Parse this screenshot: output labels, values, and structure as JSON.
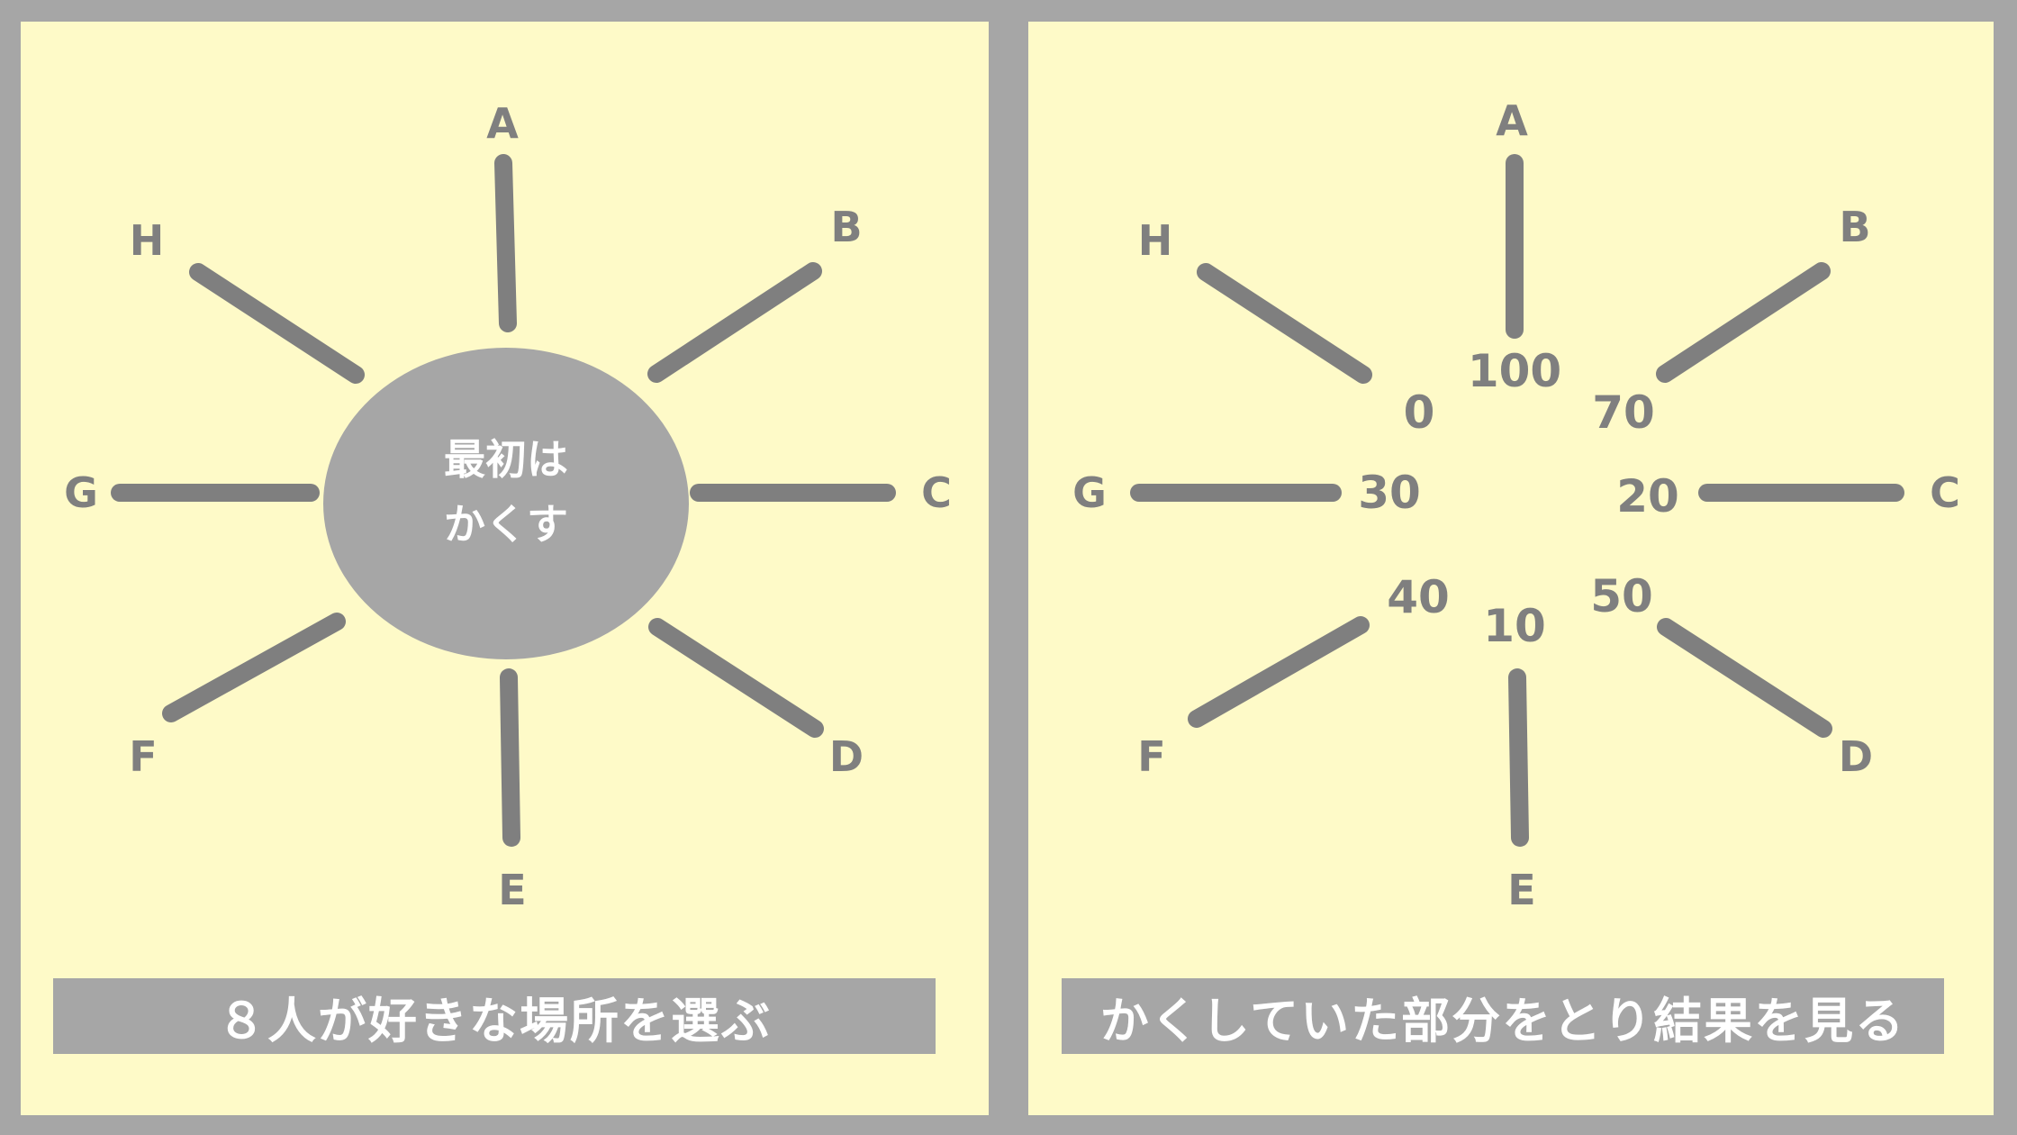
{
  "colors": {
    "background": "#a6a6a6",
    "panel": "#fefac8",
    "spoke": "#7f7f7f",
    "hub": "#a6a6a6",
    "caption_bg": "#a6a6a6",
    "caption_text": "#ffffff"
  },
  "left_panel": {
    "hub_text_line1": "最初は",
    "hub_text_line2": "かくす",
    "labels": {
      "A": "A",
      "B": "B",
      "C": "C",
      "D": "D",
      "E": "E",
      "F": "F",
      "G": "G",
      "H": "H"
    },
    "caption": "８人が好きな場所を選ぶ"
  },
  "right_panel": {
    "labels": {
      "A": "A",
      "B": "B",
      "C": "C",
      "D": "D",
      "E": "E",
      "F": "F",
      "G": "G",
      "H": "H"
    },
    "values": {
      "A": "100",
      "B": "70",
      "C": "20",
      "D": "50",
      "E": "10",
      "F": "40",
      "G": "30",
      "H": "0"
    },
    "caption": "かくしていた部分をとり結果を見る"
  }
}
